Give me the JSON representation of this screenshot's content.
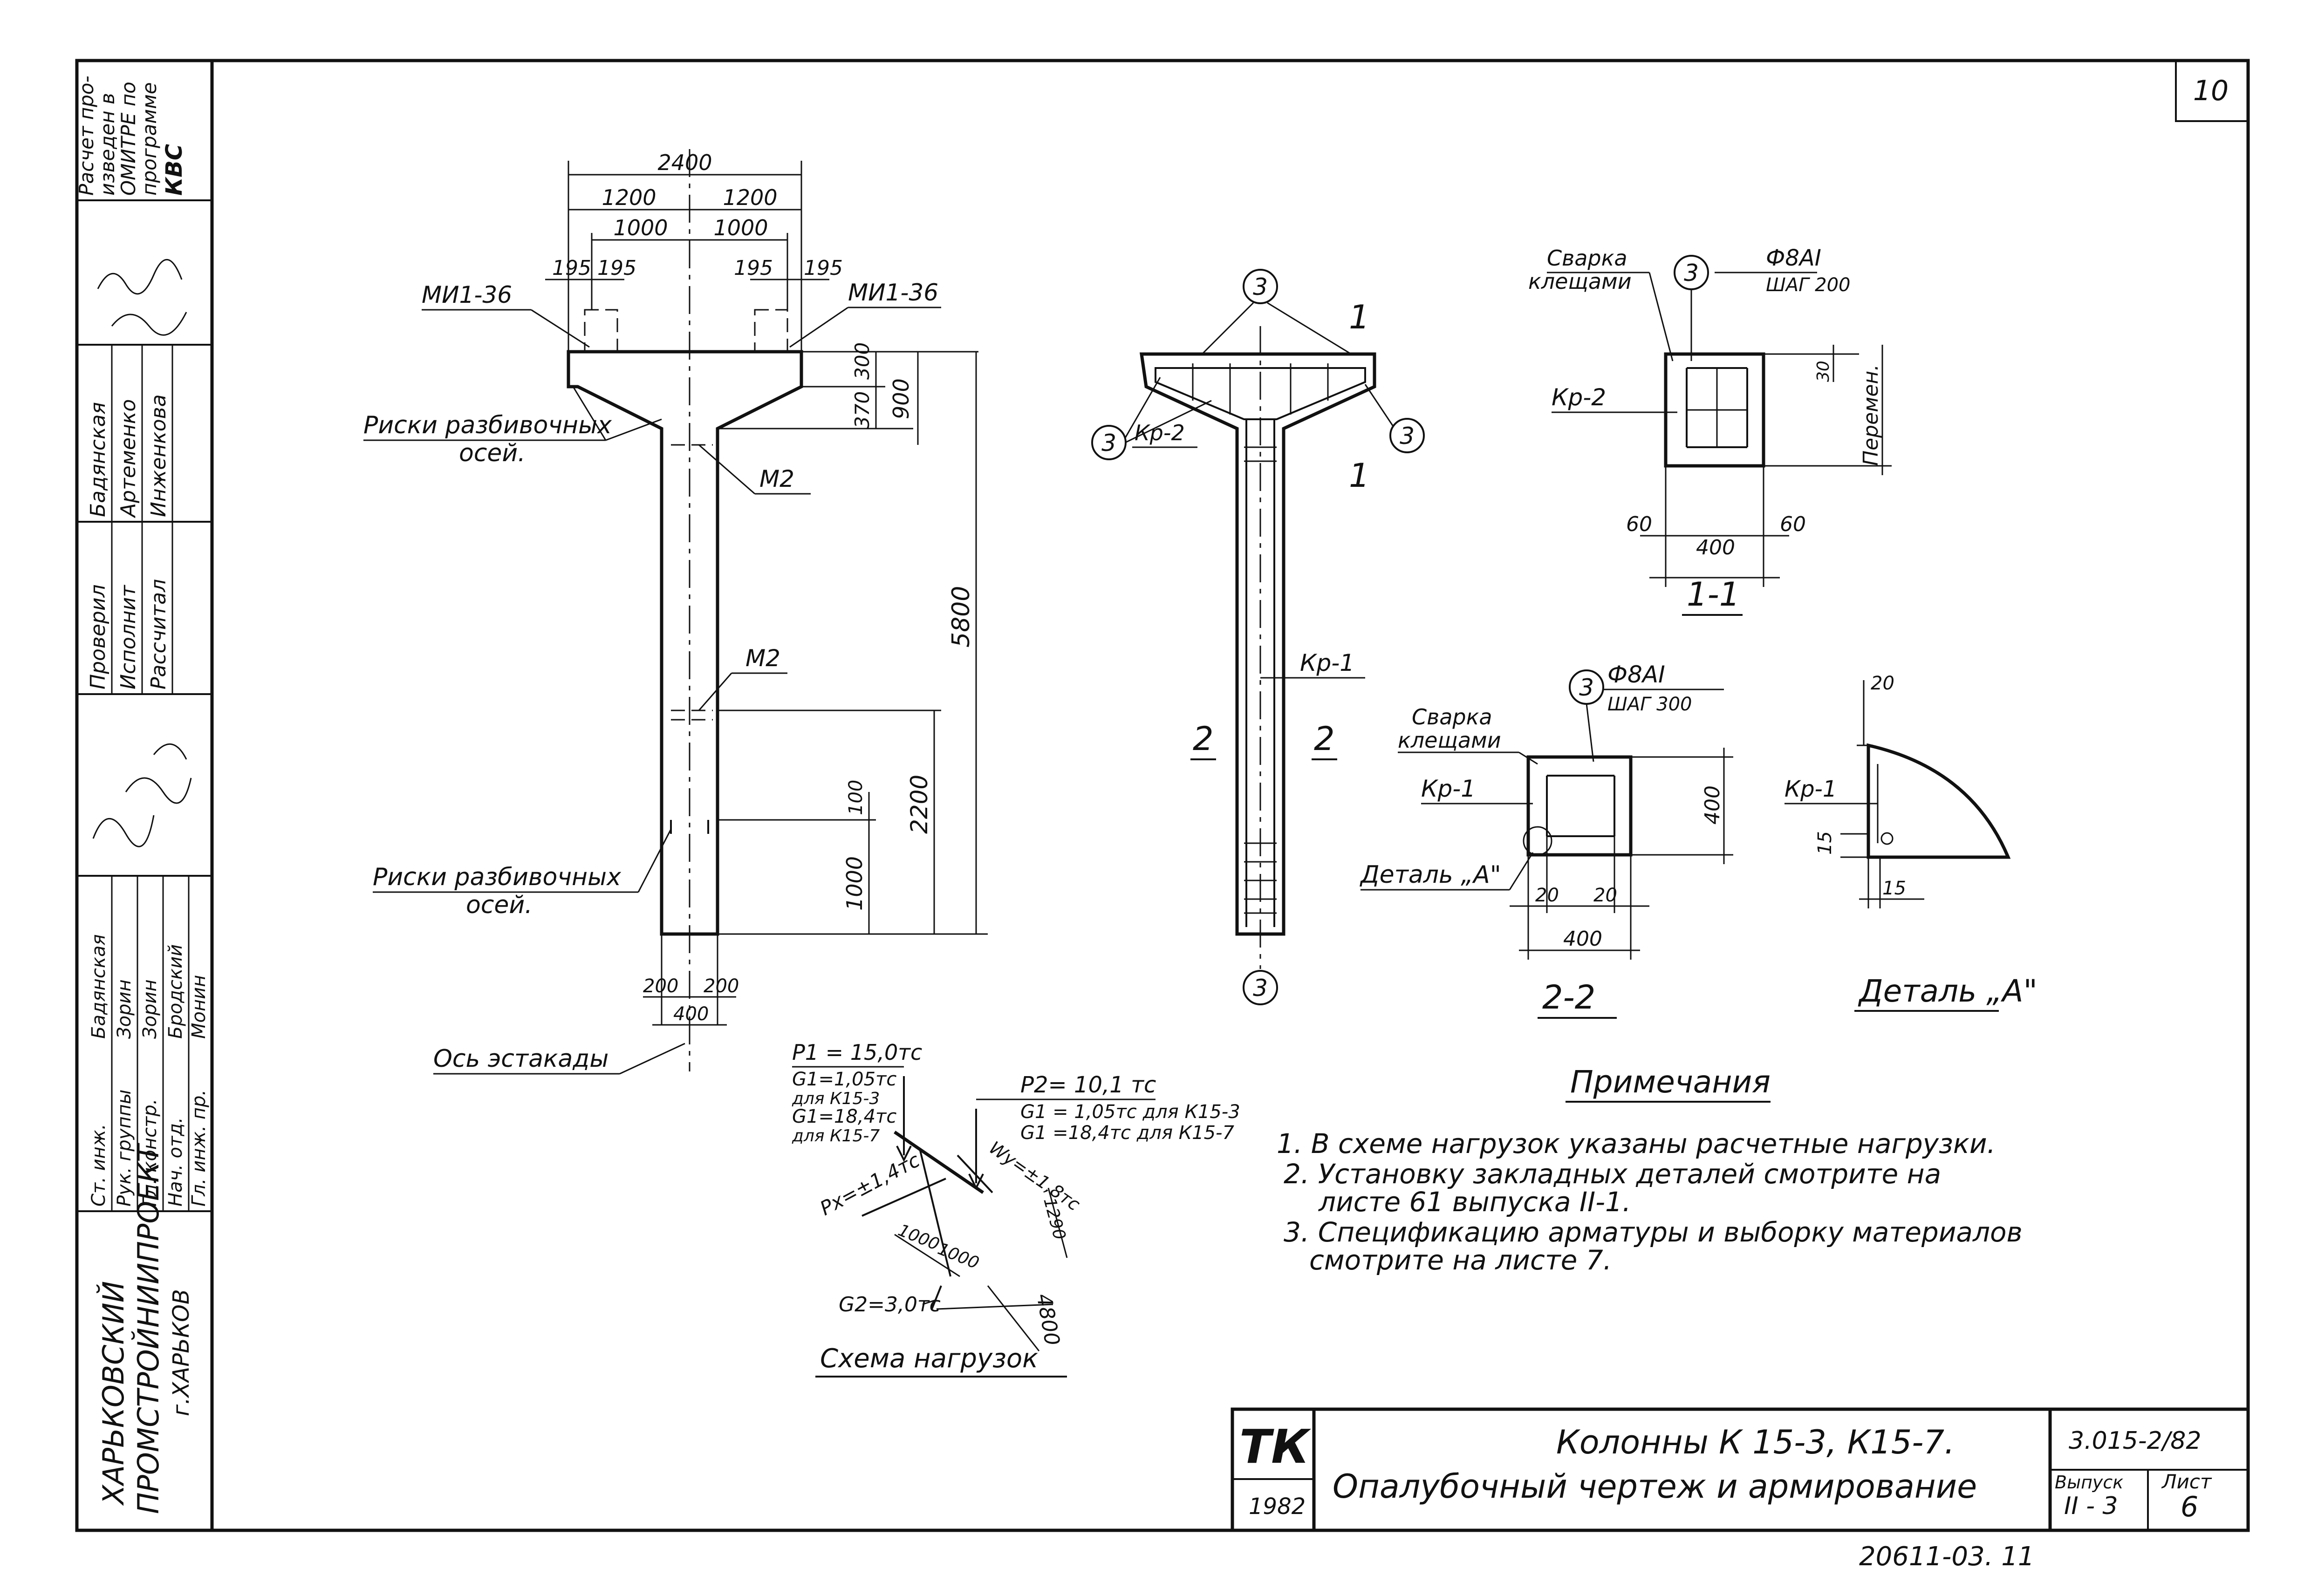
{
  "sheet": {
    "page_no": "10",
    "bottom_code": "20611-03. 11"
  },
  "side_stamp": {
    "calc_note": [
      "Расчет про-",
      "изведен в",
      "ОМИТРЕ по",
      "программе",
      "КВС"
    ],
    "people_top": [
      {
        "role": "Проверил",
        "name": "Бадянская"
      },
      {
        "role": "Исполнит",
        "name": "Артеменко"
      },
      {
        "role": "Рассчитал",
        "name": "Инженкова"
      }
    ],
    "people_bottom": [
      {
        "role": "Ст. инж.",
        "name": "Бадянская"
      },
      {
        "role": "Рук. группы",
        "name": "Зорин"
      },
      {
        "role": "Гл. констр.",
        "name": "Зорин"
      },
      {
        "role": "Нач. отд.",
        "name": "Бродский"
      },
      {
        "role": "Гл. инж. пр.",
        "name": "Монин"
      }
    ],
    "org": [
      "ХАРЬКОВСКИЙ",
      "ПРОМСТРОЙНИИПРОЕКТ",
      "г.ХАРЬКОВ"
    ]
  },
  "formwork": {
    "dim_total": "2400",
    "dim_half_left": "1200",
    "dim_half_right": "1200",
    "dim_inner_left": "1000",
    "dim_inner_right": "1000",
    "dim_195_a": "195",
    "dim_195_b": "195",
    "dim_195_c": "195",
    "dim_195_d": "195",
    "embed_left": "МИ1-36",
    "embed_right": "МИ1-36",
    "dim_300": "300",
    "dim_370": "370",
    "dim_900": "900",
    "dim_5800": "5800",
    "dim_2200": "2200",
    "dim_100": "100",
    "dim_1000": "1000",
    "dim_200_l": "200",
    "dim_200_r": "200",
    "dim_400": "400",
    "m2_top": "М2",
    "m2_mid": "М2",
    "marks_top": [
      "Риски разбивочных",
      "осей."
    ],
    "marks_bottom": [
      "Риски разбивочных",
      "осей."
    ],
    "axis_label": "Ось эстакады"
  },
  "reinf": {
    "callout": "3",
    "sec11_top": "1",
    "sec11_bot": "1",
    "kr2": "Кр-2",
    "kr1": "Кр-1",
    "sec22_l": "2",
    "sec22_r": "2"
  },
  "section11": {
    "weld": [
      "Сварка",
      "клещами"
    ],
    "callout": "3",
    "bar": "Ф8АI",
    "step": "ШАГ 200",
    "kr2": "Кр-2",
    "dim_30": "30",
    "dim_var": "Перемен.",
    "dim_60_l": "60",
    "dim_60_r": "60",
    "dim_400": "400",
    "title": "1-1"
  },
  "section22": {
    "weld": [
      "Сварка",
      "клещами"
    ],
    "callout": "3",
    "bar": "Ф8АI",
    "step": "ШАГ 300",
    "kr1": "Кр-1",
    "detail_ref": "Деталь „А\"",
    "dim_400_v": "400",
    "dim_20_l": "20",
    "dim_20_r": "20",
    "dim_400_h": "400",
    "title": "2-2"
  },
  "detailA": {
    "dim_20": "20",
    "kr1": "Кр-1",
    "dim_15_v": "15",
    "dim_15_h": "15",
    "title": "Деталь „А\""
  },
  "loads": {
    "p1": "P1 = 15,0тс",
    "g1a": "G1=1,05тс",
    "g1a_for": "для К15-3",
    "g1b": "G1=18,4тс",
    "g1b_for": "для К15-7",
    "p2": "P2= 10,1 тс",
    "g1c": "G1 = 1,05тс для К15-3",
    "g1d": "G1 =18,4тс для К15-7",
    "px": "Px=±1,4тс",
    "wy": "Wy=±1,8тс",
    "d1000a": "1000",
    "d1000b": "1000",
    "d1290": "1290",
    "d4800": "4800",
    "g2": "G2=3,0тс",
    "title": "Схема нагрузок"
  },
  "notes": {
    "title": "Примечания",
    "lines": [
      "1. В схеме нагрузок указаны расчетные нагрузки.",
      "2. Установку закладных деталей смотрите на",
      "листе 61 выпуска II-1.",
      "3. Спецификацию арматуры и выборку материалов",
      "смотрите на листе 7."
    ]
  },
  "titleblock": {
    "mark": "ТК",
    "year": "1982",
    "title1": "Колонны К 15-3, К15-7.",
    "title2": "Опалубочный чертеж и армирование",
    "code": "3.015-2/82",
    "issue_label": "Выпуск",
    "issue_value": "II - 3",
    "sheet_label": "Лист",
    "sheet_value": "6"
  }
}
